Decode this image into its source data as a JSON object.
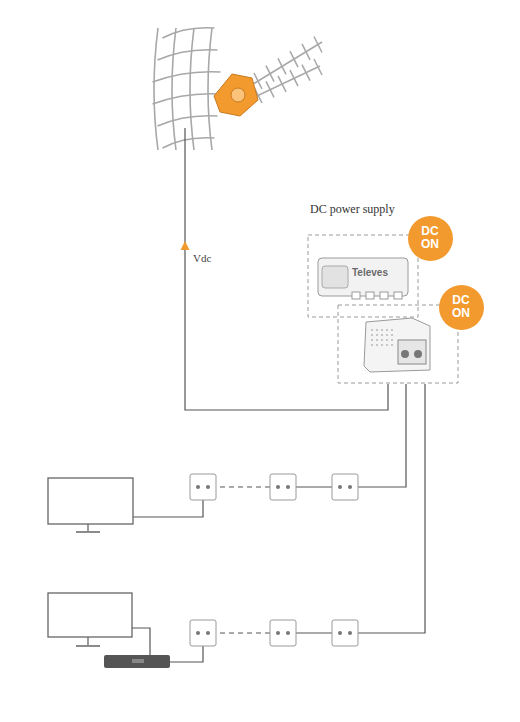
{
  "diagram": {
    "nodes": [
      {
        "text": [
          "DC ON"
        ]
      },
      {
        "text": [
          "DC ON"
        ]
      }
    ],
    "labels": [
      "DC power supply",
      "Vdc",
      "Televes"
    ]
  }
}
